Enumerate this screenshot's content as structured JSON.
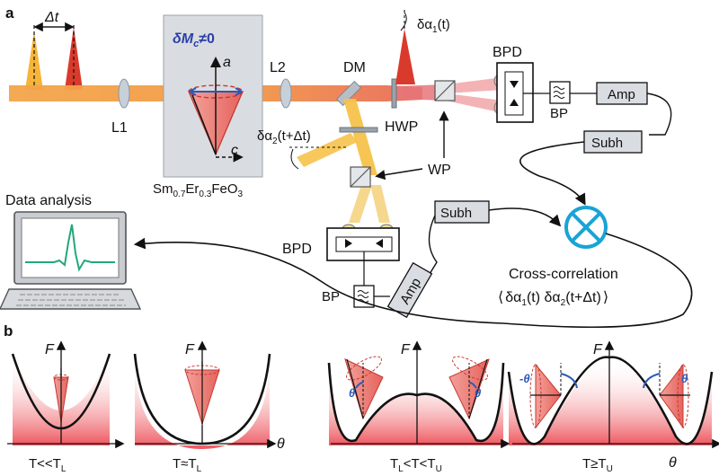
{
  "panel_a": {
    "panel_label": "a",
    "delta_t": "Δt",
    "delta_mc": "δM",
    "delta_mc_sub": "c",
    "delta_mc_tail": "≠0",
    "axis_a": "a",
    "axis_c": "c",
    "lens1": "L1",
    "lens2": "L2",
    "dm": "DM",
    "hwp": "HWP",
    "wp": "WP",
    "bpd_top": "BPD",
    "bpd_bottom": "BPD",
    "bp_top": "BP",
    "bp_bottom": "BP",
    "amp_top": "Amp",
    "amp_bottom": "Amp",
    "subh_top": "Subh",
    "subh_bottom": "Subh",
    "delta_alpha1": "δα",
    "delta_alpha1_sub": "1",
    "delta_alpha1_tail": "(t)",
    "delta_alpha2": "δα",
    "delta_alpha2_sub": "2",
    "delta_alpha2_tail": "(t+Δt)",
    "sample_sm": "Sm",
    "sample_sm_sub": "0.7",
    "sample_er": "Er",
    "sample_er_sub": "0.3",
    "sample_feo": "FeO",
    "sample_feo_sub": "3",
    "data_analysis": "Data analysis",
    "cross_corr": "Cross-correlation",
    "cc_open": "⟨",
    "cc_a1": "δα",
    "cc_a1_sub": "1",
    "cc_a1_tail": "(t) δα",
    "cc_a2_sub": "2",
    "cc_a2_tail": "(t+Δt)",
    "cc_close": "⟩"
  },
  "panel_b": {
    "panel_label": "b",
    "f_label": "F",
    "theta_label": "θ",
    "theta_marker": "θ",
    "cond1_main": "T<<T",
    "cond1_sub": "L",
    "cond2_main": "T≈T",
    "cond2_sub": "L",
    "cond3_t": "T",
    "cond3_l": "L",
    "cond3_mid": "<T<T",
    "cond3_u": "U",
    "cond4_main": "T≥T",
    "cond4_sub": "U",
    "neg_theta": "-θ"
  },
  "colors": {
    "beam_orange": "#f4a54a",
    "beam_red": "#e0443c",
    "beam_yellow": "#f6c24a",
    "cone_fill": "#f08a84",
    "sample_box": "#d9dde2",
    "crosscorr_circle": "#1aa3d6",
    "signal_green": "#22a77a",
    "axis_blue": "#2b59b8"
  }
}
